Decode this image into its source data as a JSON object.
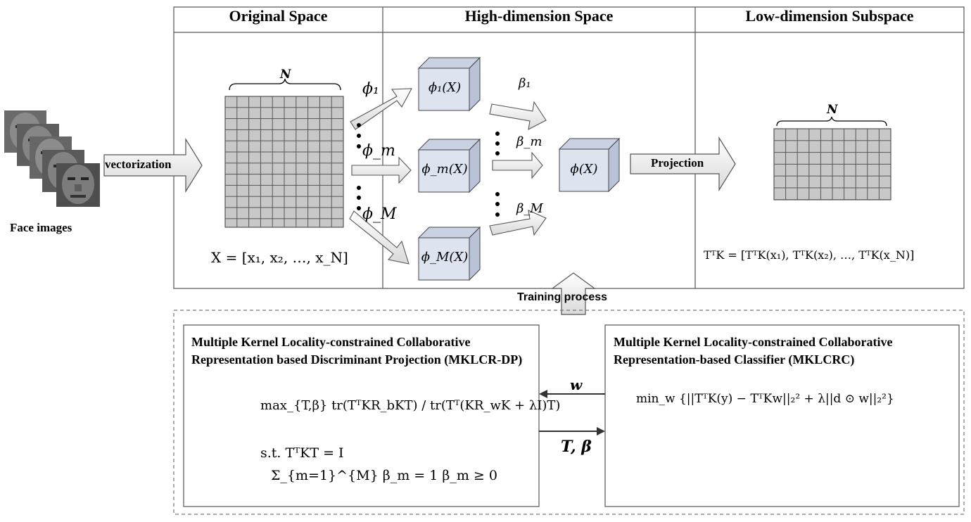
{
  "panels": {
    "original": "Original Space",
    "high": "High-dimension Space",
    "low": "Low-dimension Subspace"
  },
  "faces_label": "Face images",
  "vectorization_label": "vectorization",
  "projection_label": "Projection",
  "training_label": "Training process",
  "matrix_brace_label": "N",
  "low_brace_label": "N",
  "x_equation": "X = [x₁, x₂, …, x_N]",
  "kernel_labels": [
    "ϕ₁",
    "ϕ_m",
    "ϕ_M"
  ],
  "cube_labels": [
    "ϕ₁(X)",
    "ϕ_m(X)",
    "ϕ_M(X)",
    "ϕ(X)"
  ],
  "beta_labels": [
    "β₁",
    "β_m",
    "β_M"
  ],
  "low_equation": "TᵀK = [TᵀK(x₁), TᵀK(x₂), …, TᵀK(x_N)]",
  "left_box": {
    "title": "Multiple Kernel Locality-constrained Collaborative Representation based Discriminant Projection (MKLCR-DP)",
    "objective": "max_{T,β} tr(TᵀKR_bKT) / tr(Tᵀ(KR_wK + λI)T)",
    "constraint1": "s.t. TᵀKT = I",
    "constraint2": "Σ_{m=1}^{M} β_m = 1   β_m ≥ 0"
  },
  "right_box": {
    "title": "Multiple Kernel Locality-constrained Collaborative Representation-based Classifier (MKLCRC)",
    "objective": "min_w {||TᵀK(y) − TᵀKw||₂² + λ||d ⊙ w||₂²}"
  },
  "arrow_w_label": "w",
  "arrow_tb_label": "T, β",
  "colors": {
    "cube_front": "#dde3ef",
    "cube_side": "#c9d1e2",
    "grid_fill": "#c8c8c8",
    "arrow_fill": "#f2f2f2"
  }
}
